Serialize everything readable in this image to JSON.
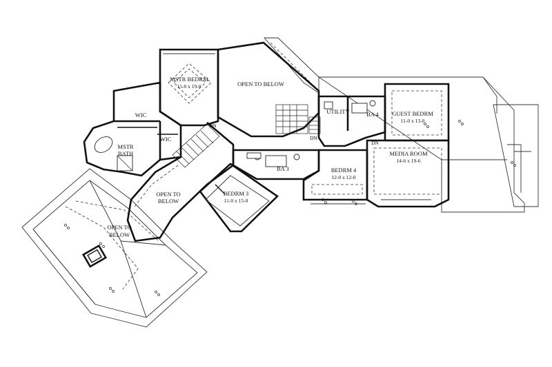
{
  "rooms": {
    "mstr_bedrm": {
      "name": "MSTR BEDRM",
      "dims": "15-0 x 19-0"
    },
    "open_below_top": {
      "name": "OPEN TO BELOW"
    },
    "wic_1": {
      "name": "WIC"
    },
    "wic_2": {
      "name": "WIC"
    },
    "mstr_bath": {
      "name": "MSTR",
      "name2": "BATH"
    },
    "open_below_center": {
      "name": "OPEN TO",
      "name2": "BELOW"
    },
    "open_below_left": {
      "name": "OPEN TO",
      "name2": "BELOW"
    },
    "bedrm_3": {
      "name": "BEDRM 3",
      "dims": "11-0 x 15-0"
    },
    "ba_3": {
      "name": "BA 3"
    },
    "utility": {
      "name": "UTILITY"
    },
    "ba_4": {
      "name": "BA 4"
    },
    "guest_bedrm": {
      "name": "GUEST BEDRM",
      "dims": "11-0 x 13-0"
    },
    "media_room": {
      "name": "MEDIA ROOM",
      "dims": "14-6 x 19-6"
    },
    "bedrm_4": {
      "name": "BEDRM 4",
      "dims": "12-0 x 12-0"
    }
  },
  "stairs": {
    "dn_1": "DN",
    "dn_2": "DN",
    "dn_3": "DN"
  }
}
